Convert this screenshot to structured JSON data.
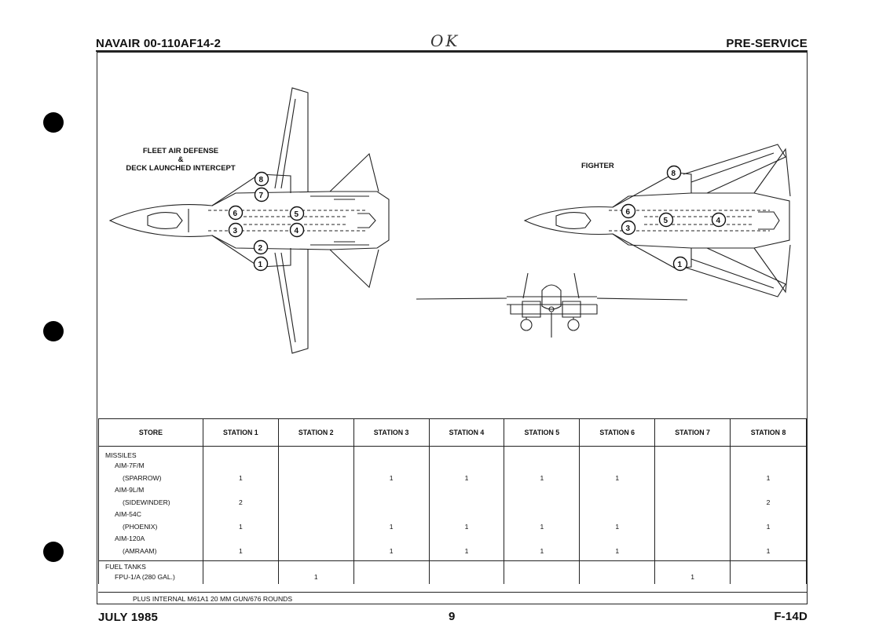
{
  "header": {
    "doc_number": "NAVAIR 00-110AF14-2",
    "handwritten_note": "OK",
    "section": "PRE-SERVICE"
  },
  "footer": {
    "date": "JULY 1985",
    "page": "9",
    "aircraft": "F-14D"
  },
  "diagram": {
    "left_title": [
      "FLEET AIR DEFENSE",
      "&",
      "DECK LAUNCHED INTERCEPT"
    ],
    "right_title": "FIGHTER",
    "left_stations": [
      "1",
      "2",
      "3",
      "4",
      "5",
      "6",
      "7",
      "8"
    ],
    "right_stations": [
      "1",
      "3",
      "4",
      "5",
      "6",
      "8"
    ]
  },
  "table": {
    "headers": [
      "STORE",
      "STATION 1",
      "STATION 2",
      "STATION 3",
      "STATION 4",
      "STATION 5",
      "STATION 6",
      "STATION 7",
      "STATION 8"
    ],
    "missiles_heading": "MISSILES",
    "missiles": [
      {
        "name": "AIM-7F/M",
        "sub": "(SPARROW)",
        "values": [
          "1",
          "",
          "1",
          "1",
          "1",
          "1",
          "",
          "1"
        ]
      },
      {
        "name": "AIM-9L/M",
        "sub": "(SIDEWINDER)",
        "values": [
          "2",
          "",
          "",
          "",
          "",
          "",
          "",
          "2"
        ]
      },
      {
        "name": "AIM-54C",
        "sub": "(PHOENIX)",
        "values": [
          "1",
          "",
          "1",
          "1",
          "1",
          "1",
          "",
          "1"
        ]
      },
      {
        "name": "AIM-120A",
        "sub": "(AMRAAM)",
        "values": [
          "1",
          "",
          "1",
          "1",
          "1",
          "1",
          "",
          "1"
        ]
      }
    ],
    "fuel_heading": "FUEL TANKS",
    "fuel": {
      "name": "FPU-1/A (280 GAL.)",
      "values": [
        "",
        "1",
        "",
        "",
        "",
        "",
        "1",
        ""
      ]
    },
    "note": "PLUS INTERNAL M61A1 20 MM GUN/676 ROUNDS"
  }
}
